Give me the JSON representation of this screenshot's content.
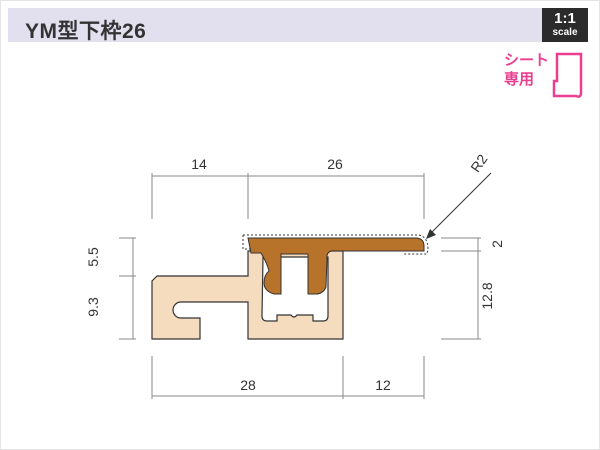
{
  "header": {
    "title": "YM型下枠26",
    "scale_ratio": "1:1",
    "scale_label": "scale"
  },
  "badge": {
    "line1": "シート",
    "line2": "専用",
    "icon": "sheet-roll-icon",
    "color": "#ea3f8f"
  },
  "drawing": {
    "dims_top": [
      "14",
      "26"
    ],
    "dims_bottom": [
      "28",
      "12"
    ],
    "dims_left": [
      "5.5",
      "9.3"
    ],
    "dims_right": [
      "2",
      "12.8"
    ],
    "radius_label": "R2",
    "colors": {
      "frame": "#f6dcbf",
      "sheet": "#b8732a",
      "outline": "#333333"
    }
  }
}
